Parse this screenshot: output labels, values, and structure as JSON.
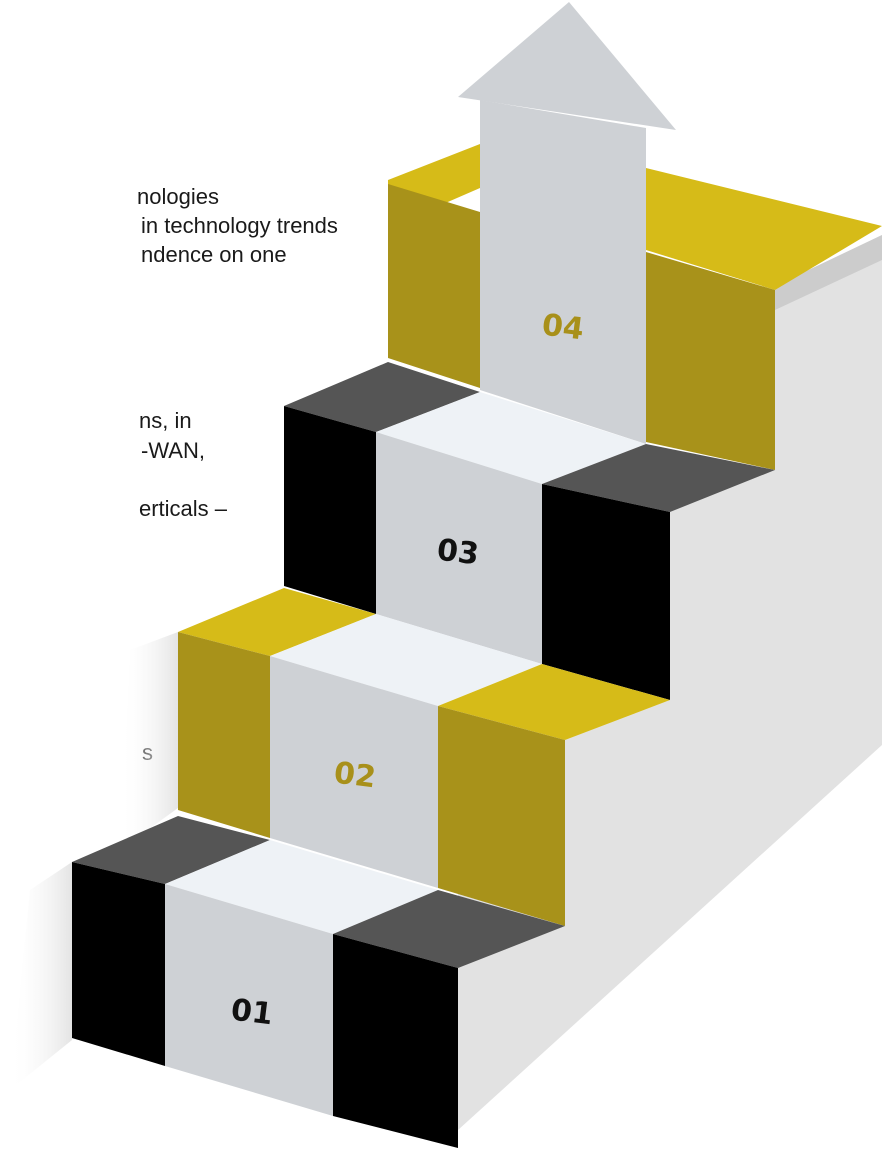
{
  "text_lines": [
    "nologies",
    "in technology trends",
    "ndence on one",
    "ns, in",
    "-WAN,",
    "erticals –",
    "s"
  ],
  "steps": [
    {
      "label": "01",
      "label_color": "#111111"
    },
    {
      "label": "02",
      "label_color": "#a8901a"
    },
    {
      "label": "03",
      "label_color": "#111111"
    },
    {
      "label": "04",
      "label_color": "#a8901a"
    }
  ],
  "colors": {
    "gold": "#d6bb18",
    "gold_dark": "#a8921a",
    "black": "#000000",
    "dark_gray": "#555555",
    "light_gray": "#cfd2d6",
    "very_light": "#eef2f6",
    "wall_gray": "#e2e2e2"
  }
}
